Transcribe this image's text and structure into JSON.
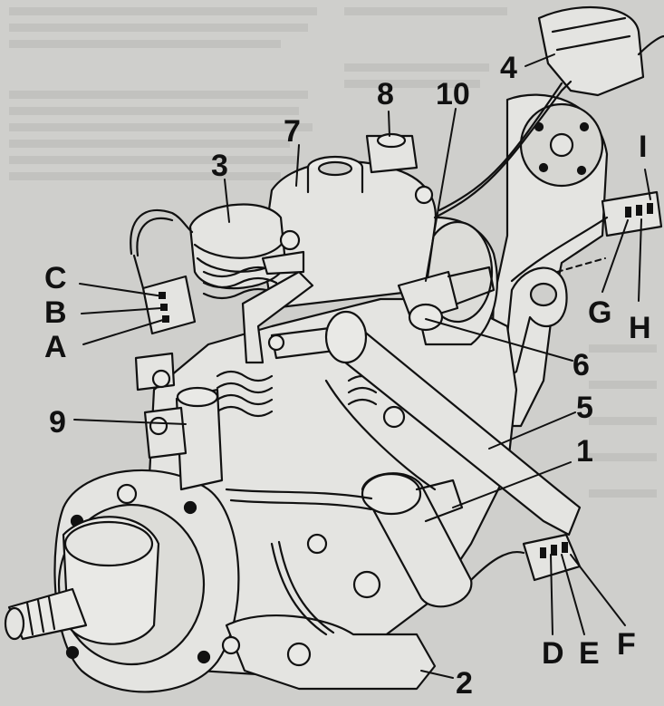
{
  "callouts": {
    "n1": "1",
    "n2": "2",
    "n3": "3",
    "n4": "4",
    "n5": "5",
    "n6": "6",
    "n7": "7",
    "n8": "8",
    "n9": "9",
    "n10": "10",
    "A": "A",
    "B": "B",
    "C": "C",
    "D": "D",
    "E": "E",
    "F": "F",
    "G": "G",
    "H": "H",
    "I": "I"
  },
  "colors": {
    "paper": "#cfcfcc",
    "ink": "#111111",
    "page_text_haze": "#b7b7b3"
  }
}
